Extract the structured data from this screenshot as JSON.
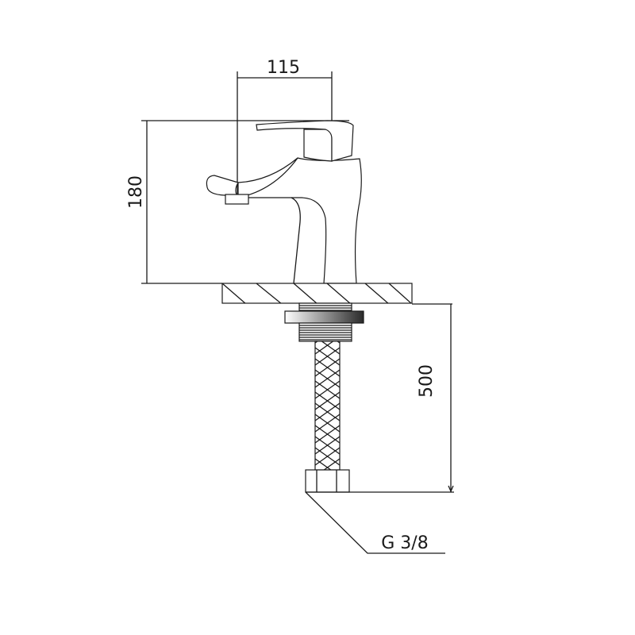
{
  "dimensions": {
    "spout_reach": "115",
    "height": "180",
    "hose_length": "500",
    "thread": "G 3/8"
  },
  "colors": {
    "line": "#1a1a1a",
    "washer_dark": "#2a2a2a",
    "washer_light": "#ffffff"
  }
}
